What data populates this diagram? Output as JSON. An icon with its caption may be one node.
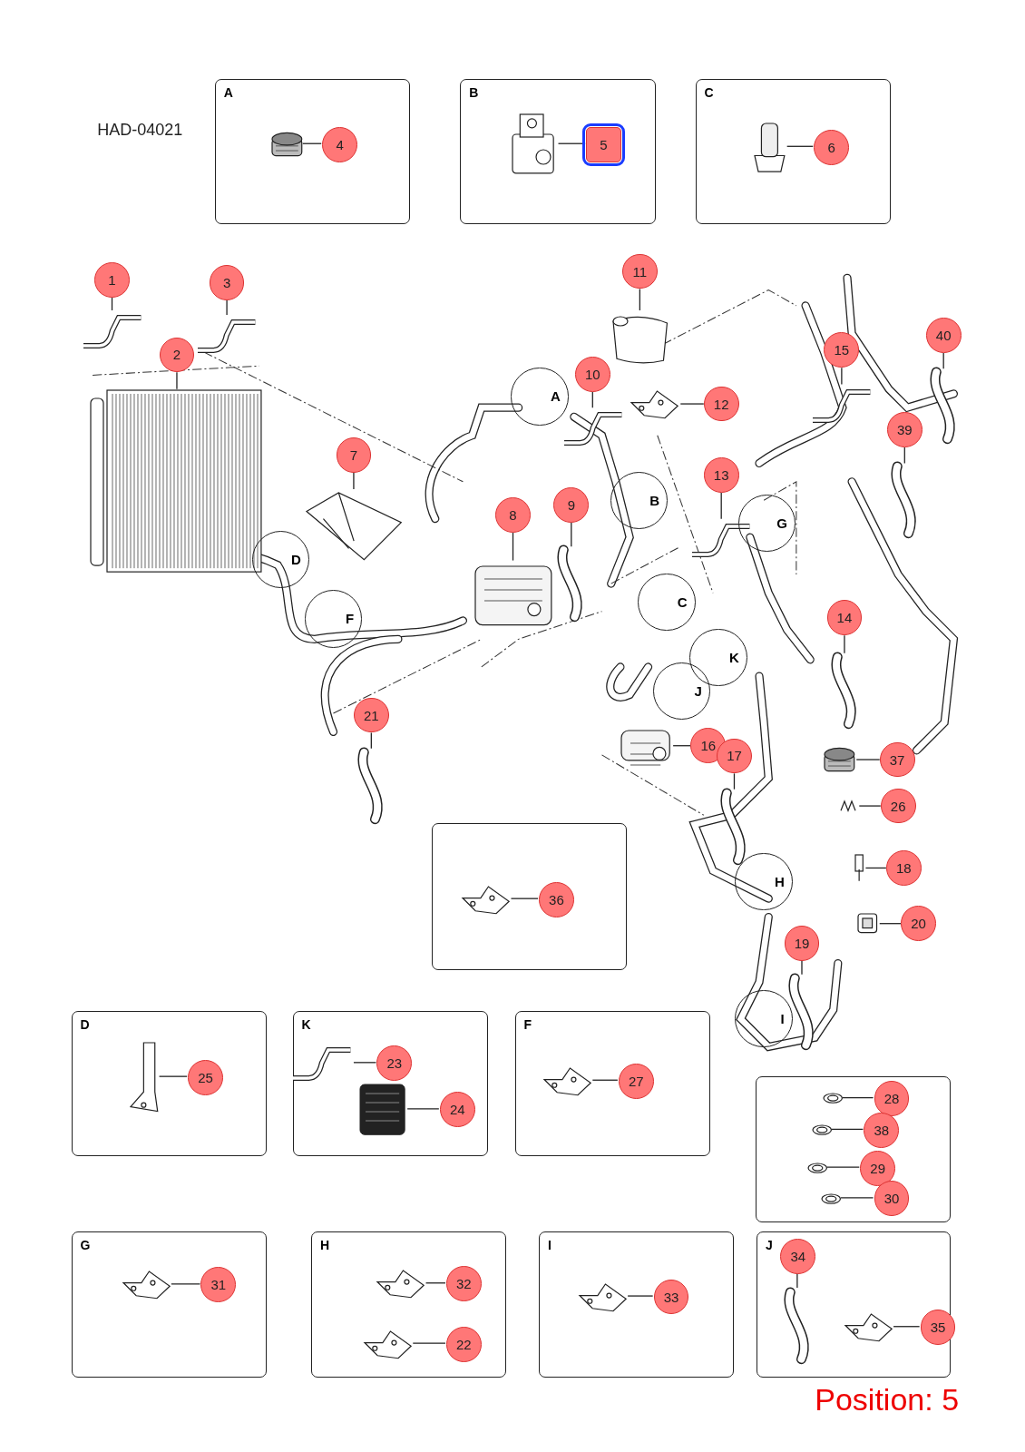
{
  "diagram": {
    "nodes": [
      {
        "text": [
          "A"
        ]
      },
      {
        "text": [
          "4"
        ],
        "in": 0
      },
      {
        "text": [],
        "shape": "picture",
        "in": 0
      },
      {
        "text": [
          "B"
        ]
      },
      {
        "text": [
          "5"
        ],
        "in": 3
      },
      {
        "text": [],
        "shape": "picture",
        "in": 3
      },
      {
        "text": [
          "C"
        ]
      },
      {
        "text": [
          "6"
        ],
        "in": 6
      },
      {
        "text": [],
        "shape": "picture",
        "in": 6
      },
      {
        "text": [
          "1"
        ]
      },
      {
        "text": [],
        "shape": "picture"
      },
      {
        "text": [
          "2"
        ]
      },
      {
        "text": [],
        "shape": "picture"
      },
      {
        "text": [
          "3"
        ]
      },
      {
        "text": [],
        "shape": "picture"
      },
      {
        "text": [
          "7"
        ]
      },
      {
        "text": [],
        "shape": "picture"
      },
      {
        "text": [
          "8"
        ]
      },
      {
        "text": [],
        "shape": "picture"
      },
      {
        "text": [
          "9"
        ]
      },
      {
        "text": [],
        "shape": "picture"
      },
      {
        "text": [
          "10"
        ]
      },
      {
        "text": [],
        "shape": "picture"
      },
      {
        "text": [
          "11"
        ]
      },
      {
        "text": [],
        "shape": "picture"
      },
      {
        "text": [
          "12"
        ]
      },
      {
        "text": [],
        "shape": "picture"
      },
      {
        "text": [
          "13"
        ]
      },
      {
        "text": [],
        "shape": "picture"
      },
      {
        "text": [
          "14"
        ]
      },
      {
        "text": [],
        "shape": "picture"
      },
      {
        "text": [
          "15"
        ]
      },
      {
        "text": [],
        "shape": "picture"
      },
      {
        "text": [
          "16"
        ]
      },
      {
        "text": [],
        "shape": "picture"
      },
      {
        "text": [
          "17"
        ]
      },
      {
        "text": [],
        "shape": "picture"
      },
      {
        "text": [
          "18"
        ]
      },
      {
        "text": [],
        "shape": "picture"
      },
      {
        "text": [
          "19"
        ]
      },
      {
        "text": [],
        "shape": "picture"
      },
      {
        "text": [
          "20"
        ]
      },
      {
        "text": [],
        "shape": "picture"
      },
      {
        "text": [
          "21"
        ]
      },
      {
        "text": [],
        "shape": "picture"
      },
      {
        "text": [
          "26"
        ]
      },
      {
        "text": [],
        "shape": "picture"
      },
      {
        "text": [
          "37"
        ]
      },
      {
        "text": [],
        "shape": "picture"
      },
      {
        "text": [
          "39"
        ]
      },
      {
        "text": [],
        "shape": "picture"
      },
      {
        "text": [
          "40"
        ]
      },
      {
        "text": [],
        "shape": "picture"
      },
      {
        "text": [
          "A"
        ]
      },
      {
        "text": [
          "B"
        ]
      },
      {
        "text": [
          "C"
        ]
      },
      {
        "text": [
          "D"
        ]
      },
      {
        "text": [
          "F"
        ]
      },
      {
        "text": [
          "G"
        ]
      },
      {
        "text": [
          "H"
        ]
      },
      {
        "text": [
          "I"
        ]
      },
      {
        "text": [
          "J"
        ]
      },
      {
        "text": [
          "K"
        ]
      },
      {
        "text": [],
        "shape": "box"
      },
      {
        "text": [
          "36"
        ],
        "in": 63
      },
      {
        "text": [],
        "shape": "picture",
        "in": 63
      },
      {
        "text": [
          "D"
        ]
      },
      {
        "text": [
          "25"
        ],
        "in": 66
      },
      {
        "text": [],
        "shape": "picture",
        "in": 66
      },
      {
        "text": [
          "K"
        ]
      },
      {
        "text": [
          "23"
        ],
        "in": 69
      },
      {
        "text": [],
        "shape": "picture",
        "in": 69
      },
      {
        "text": [
          "24"
        ],
        "in": 69
      },
      {
        "text": [],
        "shape": "picture",
        "in": 69
      },
      {
        "text": [
          "F"
        ]
      },
      {
        "text": [
          "27"
        ],
        "in": 74
      },
      {
        "text": [],
        "shape": "picture",
        "in": 74
      },
      {
        "text": [],
        "shape": "box"
      },
      {
        "text": [
          "28"
        ],
        "in": 77
      },
      {
        "text": [],
        "shape": "picture",
        "in": 77
      },
      {
        "text": [
          "38"
        ],
        "in": 77
      },
      {
        "text": [],
        "shape": "picture",
        "in": 77
      },
      {
        "text": [
          "29"
        ],
        "in": 77
      },
      {
        "text": [],
        "shape": "picture",
        "in": 77
      },
      {
        "text": [
          "30"
        ],
        "in": 77
      },
      {
        "text": [],
        "shape": "picture",
        "in": 77
      },
      {
        "text": [
          "G"
        ]
      },
      {
        "text": [
          "31"
        ],
        "in": 86
      },
      {
        "text": [],
        "shape": "picture",
        "in": 86
      },
      {
        "text": [
          "H"
        ]
      },
      {
        "text": [
          "32"
        ],
        "in": 89
      },
      {
        "text": [],
        "shape": "picture",
        "in": 89
      },
      {
        "text": [
          "22"
        ],
        "in": 89
      },
      {
        "text": [],
        "shape": "picture",
        "in": 89
      },
      {
        "text": [
          "I"
        ]
      },
      {
        "text": [
          "33"
        ],
        "in": 94
      },
      {
        "text": [],
        "shape": "picture",
        "in": 94
      },
      {
        "text": [
          "J"
        ]
      },
      {
        "text": [
          "34"
        ],
        "in": 97
      },
      {
        "text": [],
        "shape": "picture",
        "in": 97
      },
      {
        "text": [
          "35"
        ],
        "in": 97
      },
      {
        "text": [],
        "shape": "picture",
        "in": 97
      }
    ],
    "edges": [
      {
        "from": 1,
        "to": 2,
        "arrow": "none"
      },
      {
        "from": 4,
        "to": 5,
        "arrow": "none"
      },
      {
        "from": 7,
        "to": 8,
        "arrow": "none"
      },
      {
        "from": 9,
        "to": 10,
        "arrow": "none"
      },
      {
        "from": 11,
        "to": 12,
        "arrow": "none"
      },
      {
        "from": 13,
        "to": 14,
        "arrow": "none"
      },
      {
        "from": 15,
        "to": 16,
        "arrow": "none"
      },
      {
        "from": 17,
        "to": 18,
        "arrow": "none"
      },
      {
        "from": 19,
        "to": 20,
        "arrow": "none"
      },
      {
        "from": 21,
        "to": 22,
        "arrow": "none"
      },
      {
        "from": 23,
        "to": 24,
        "arrow": "none"
      },
      {
        "from": 25,
        "to": 26,
        "arrow": "none"
      },
      {
        "from": 27,
        "to": 28,
        "arrow": "none"
      },
      {
        "from": 29,
        "to": 30,
        "arrow": "none"
      },
      {
        "from": 31,
        "to": 32,
        "arrow": "none"
      },
      {
        "from": 33,
        "to": 34,
        "arrow": "none"
      },
      {
        "from": 35,
        "to": 36,
        "arrow": "none"
      },
      {
        "from": 37,
        "to": 38,
        "arrow": "none"
      },
      {
        "from": 39,
        "to": 40,
        "arrow": "none"
      },
      {
        "from": 41,
        "to": 42,
        "arrow": "none"
      },
      {
        "from": 43,
        "to": 44,
        "arrow": "none"
      },
      {
        "from": 45,
        "to": 46,
        "arrow": "none"
      },
      {
        "from": 47,
        "to": 48,
        "arrow": "none"
      },
      {
        "from": 49,
        "to": 50,
        "arrow": "none"
      },
      {
        "from": 51,
        "to": 52,
        "arrow": "none"
      },
      {
        "from": 64,
        "to": 65,
        "arrow": "none"
      },
      {
        "from": 67,
        "to": 68,
        "arrow": "none"
      },
      {
        "from": 70,
        "to": 71,
        "arrow": "none"
      },
      {
        "from": 72,
        "to": 73,
        "arrow": "none"
      },
      {
        "from": 75,
        "to": 76,
        "arrow": "none"
      },
      {
        "from": 78,
        "to": 79,
        "arrow": "none"
      },
      {
        "from": 80,
        "to": 81,
        "arrow": "none"
      },
      {
        "from": 82,
        "to": 83,
        "arrow": "none"
      },
      {
        "from": 84,
        "to": 85,
        "arrow": "none"
      },
      {
        "from": 87,
        "to": 88,
        "arrow": "none"
      },
      {
        "from": 90,
        "to": 91,
        "arrow": "none"
      },
      {
        "from": 92,
        "to": 93,
        "arrow": "none"
      },
      {
        "from": 95,
        "to": 96,
        "arrow": "none"
      },
      {
        "from": 98,
        "to": 99,
        "arrow": "none"
      },
      {
        "from": 100,
        "to": 101,
        "arrow": "none"
      }
    ],
    "labels": [
      "HAD-04021",
      "Position: 5"
    ]
  }
}
